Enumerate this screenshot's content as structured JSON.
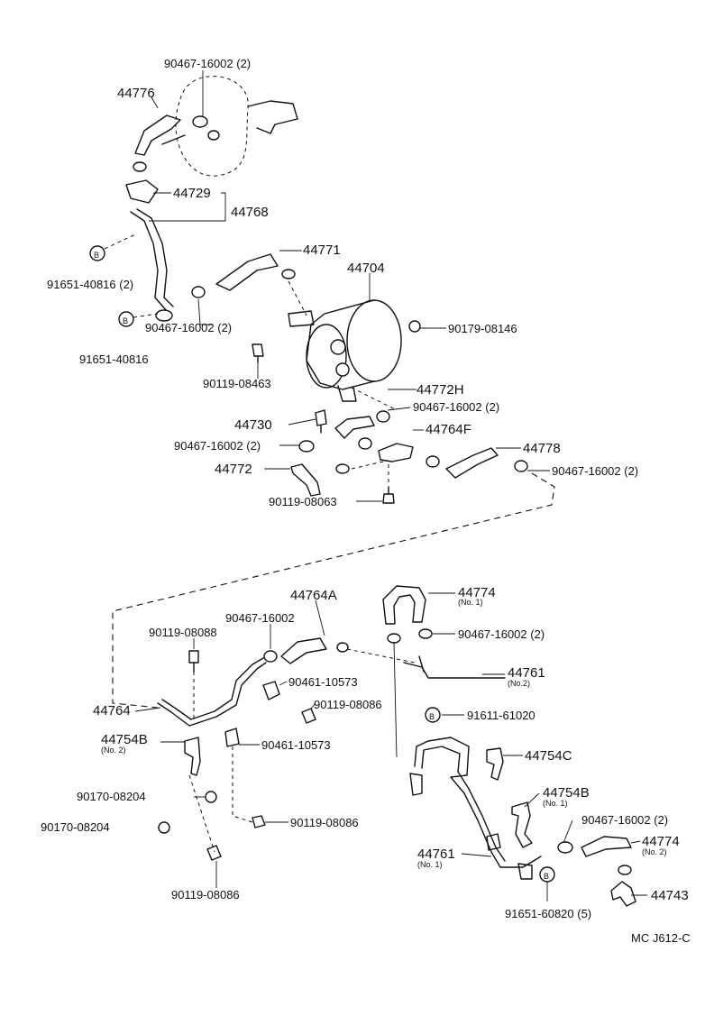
{
  "diagram_code": "MC J612-C",
  "labels": {
    "p44776": "44776",
    "c_top_a": "90467-16002 (2)",
    "p44729": "44729",
    "p44768": "44768",
    "b_91651_40816_2": "91651-40816 (2)",
    "b_91651_40816": "91651-40816",
    "c_mid_a": "90467-16002 (2)",
    "p44771": "44771",
    "p44704": "44704",
    "nut_90179": "90179-08146",
    "bolt_90119_08463": "90119-08463",
    "p44772H": "44772H",
    "c_mid_b": "90467-16002 (2)",
    "p44764F": "44764F",
    "p44730": "44730",
    "c_mid_c": "90467-16002 (2)",
    "p44778": "44778",
    "p44772": "44772",
    "c_mid_d": "90467-16002 (2)",
    "bolt_90119_08063": "90119-08063",
    "p44764A": "44764A",
    "c_low_a": "90467-16002",
    "p44774_1": "44774",
    "p44774_1_sub": "(No. 1)",
    "c_low_b": "90467-16002 (2)",
    "bolt_90119_08088": "90119-08088",
    "p44761_2": "44761",
    "p44761_2_sub": "(No.2)",
    "clip_90461_a": "90461-10573",
    "bolt_90119_08086_a": "90119-08086",
    "p44764": "44764",
    "b_91611_61020": "91611-61020",
    "p44754B_2": "44754B",
    "p44754B_2_sub": "(No. 2)",
    "clip_90461_b": "90461-10573",
    "p44754C": "44754C",
    "nut_90170_a": "90170-08204",
    "p44754B_1": "44754B",
    "p44754B_1_sub": "(No. 1)",
    "bolt_90119_08086_b": "90119-08086",
    "c_low_c": "90467-16002 (2)",
    "nut_90170_b": "90170-08204",
    "p44774_2": "44774",
    "p44774_2_sub": "(No. 2)",
    "p44761_1": "44761",
    "p44761_1_sub": "(No. 1)",
    "bolt_90119_08086_c": "90119-08086",
    "b_91651_60820": "91651-60820 (5)",
    "p44743": "44743",
    "bolt_letter": "B"
  }
}
